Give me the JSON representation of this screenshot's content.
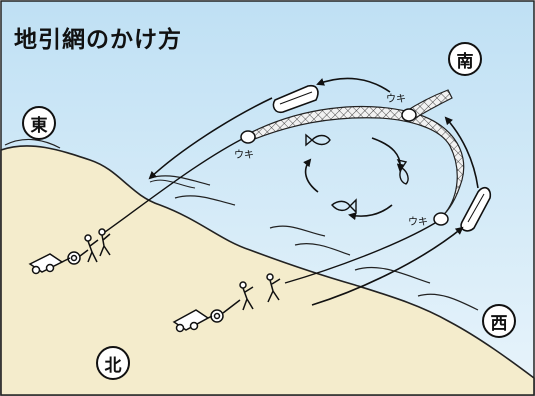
{
  "title": "地引網のかけ方",
  "compass": {
    "south": "南",
    "east": "東",
    "west": "西",
    "north": "北"
  },
  "float_labels": {
    "top": "ウキ",
    "left": "ウキ",
    "right": "ウキ"
  },
  "colors": {
    "sky": "#bfe0f4",
    "sand": "#f4eccc",
    "ink": "#111111",
    "net": "#e9e9e9"
  },
  "icons": [
    "boat-icon",
    "float-icon",
    "fish-icon",
    "fisherman-icon",
    "winch-cart-icon",
    "circular-arrow-icon"
  ]
}
